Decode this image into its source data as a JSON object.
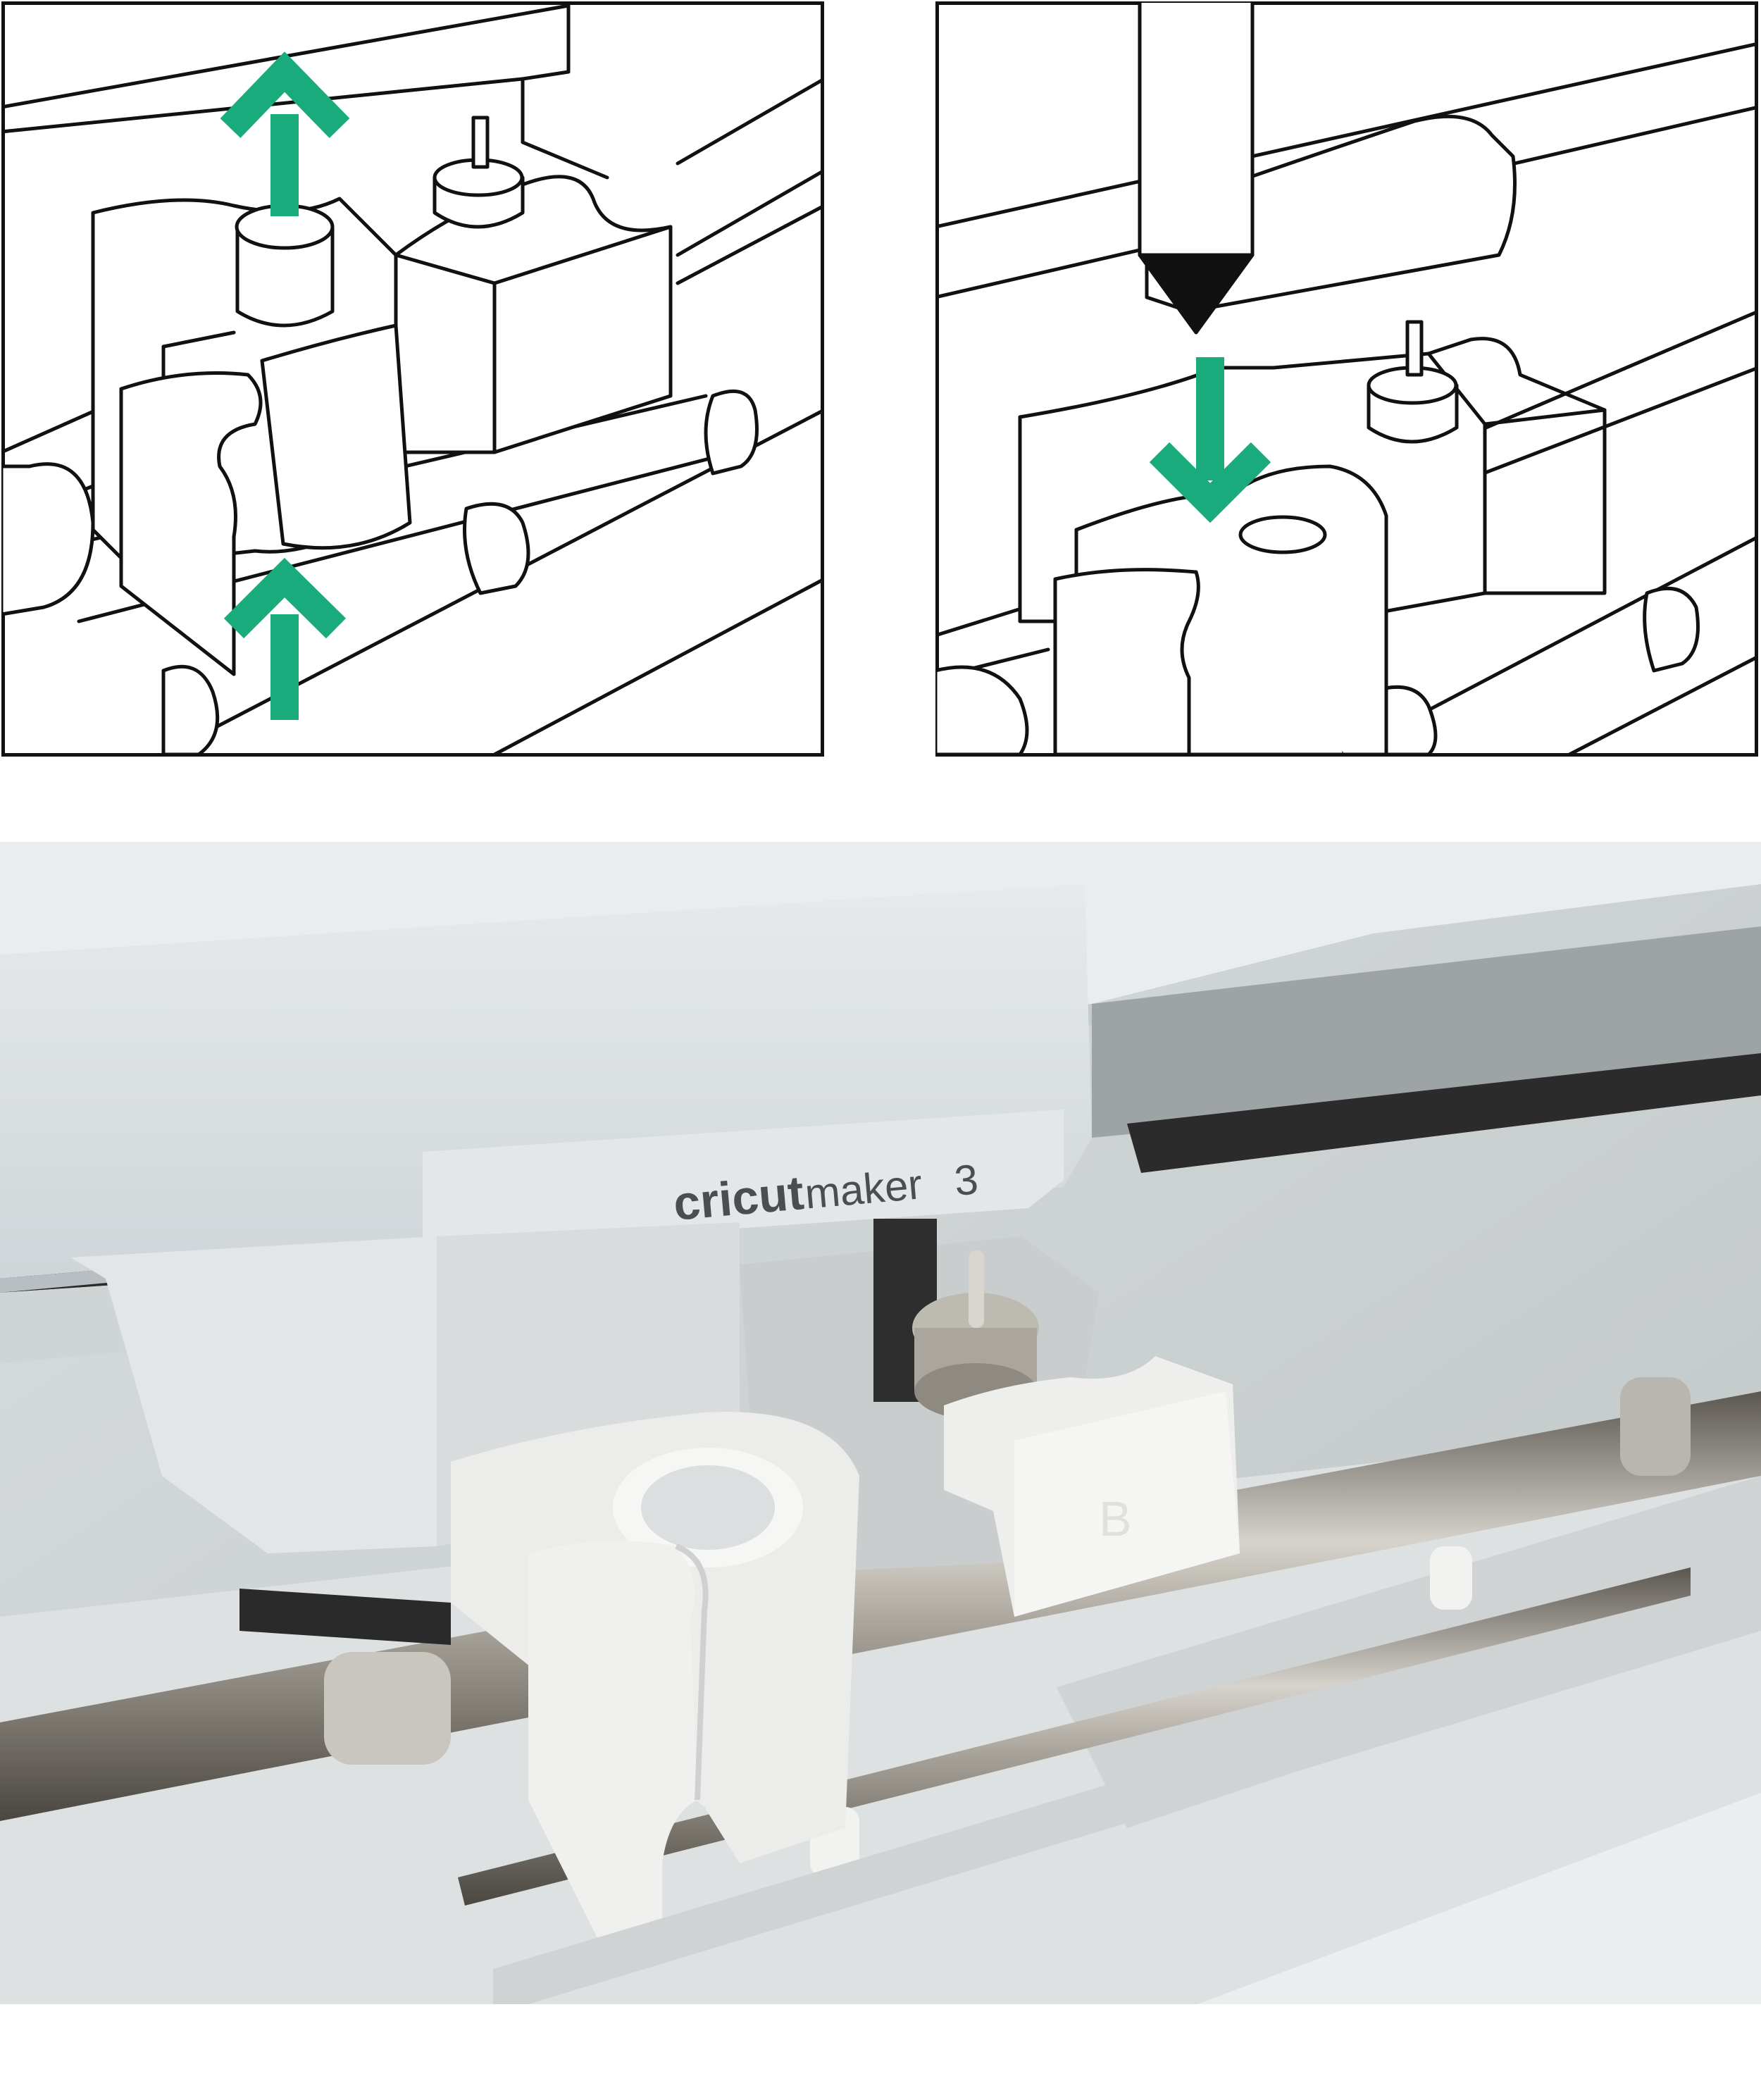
{
  "colors": {
    "accent_arrow": "#1aab7d",
    "line_art": "#111111",
    "background": "#ffffff"
  },
  "illustration_left": {
    "icons": [
      "arrow-up-icon",
      "arrow-up-icon"
    ]
  },
  "illustration_right": {
    "icons": [
      "arrow-down-icon"
    ]
  },
  "photo": {
    "brand": "cricut",
    "model": "maker",
    "model_number": "3",
    "clamp_letter": "B"
  }
}
